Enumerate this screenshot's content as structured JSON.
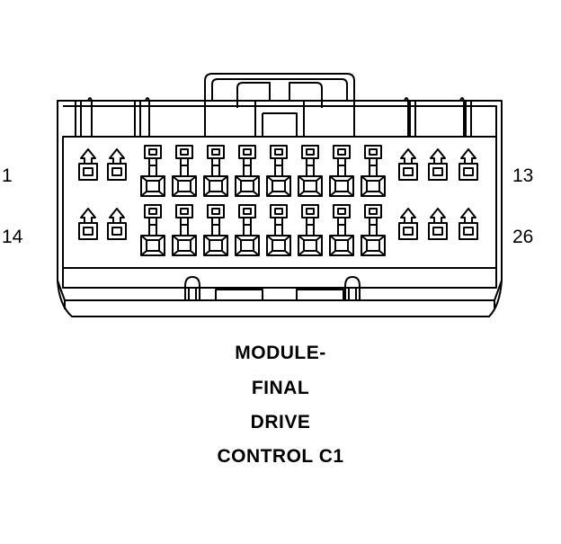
{
  "connector": {
    "pin_labels": {
      "top_left": "1",
      "top_right": "13",
      "bottom_left": "14",
      "bottom_right": "26"
    },
    "caption": {
      "line1": "MODULE-",
      "line2": "FINAL",
      "line3": "DRIVE",
      "line4": "CONTROL C1"
    },
    "rows": 2,
    "pins_per_row": 13,
    "terminal_layout": [
      "small",
      "small",
      "large",
      "large",
      "large",
      "large",
      "large",
      "large",
      "large",
      "large",
      "small",
      "small",
      "small"
    ],
    "line_color": "#000000",
    "background_color": "#ffffff"
  }
}
